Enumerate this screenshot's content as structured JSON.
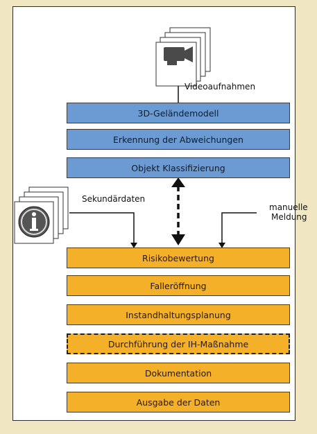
{
  "sources": {
    "video_label": "Videoaufnahmen",
    "secondary_label": "Sekundärdaten",
    "manual_line1": "manuelle",
    "manual_line2": "Meldung"
  },
  "blue_steps": [
    "3D-Geländemodell",
    "Erkennung der Abweichungen",
    "Objekt Klassifizierung"
  ],
  "orange_steps": [
    "Risikobewertung",
    "Falleröffnung",
    "Instandhaltungsplanung",
    "Durchführung der IH-Maßnahme",
    "Dokumentation",
    "Ausgabe der Daten"
  ],
  "colors": {
    "blue": "#6b9bd2",
    "orange": "#f5b02a",
    "background": "#f1e6c2"
  },
  "icons": {
    "video": "video-camera-icon",
    "info": "info-icon"
  }
}
